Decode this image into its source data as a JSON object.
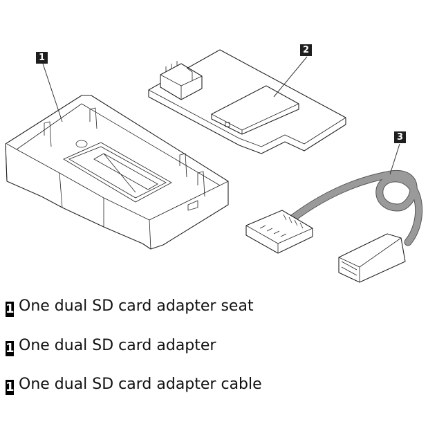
{
  "figure": {
    "callouts": [
      {
        "number": "1",
        "part": "dual SD card adapter seat"
      },
      {
        "number": "2",
        "part": "dual SD card adapter"
      },
      {
        "number": "3",
        "part": "dual SD card adapter cable"
      }
    ]
  },
  "parts_list": {
    "items": [
      {
        "badge": "1",
        "label": "One dual SD card adapter seat"
      },
      {
        "badge": "1",
        "label": "One dual SD card adapter"
      },
      {
        "badge": "1",
        "label": "One dual SD card adapter cable"
      }
    ]
  }
}
